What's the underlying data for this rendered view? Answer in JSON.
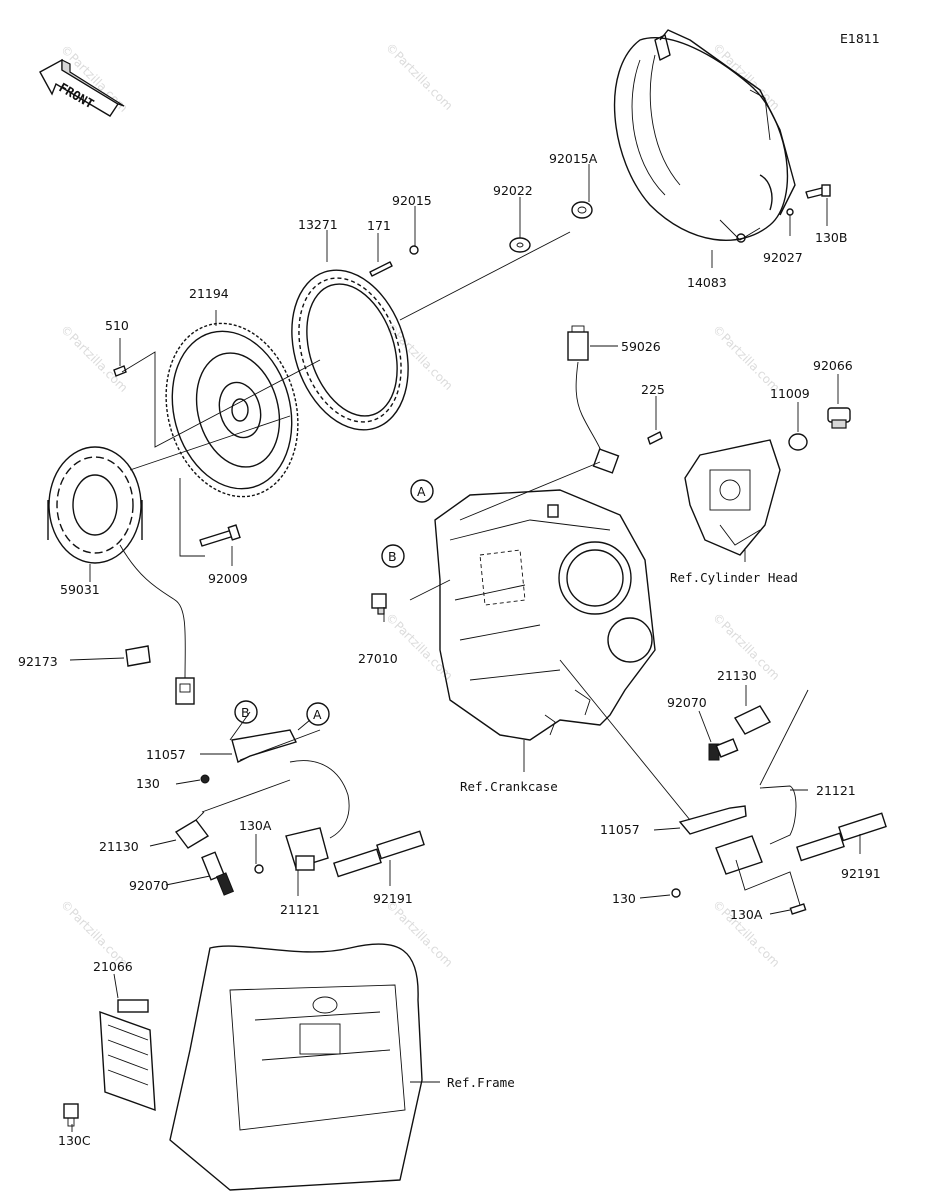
{
  "diagram_code": "E1811",
  "front_arrow": {
    "text": "FRONT"
  },
  "watermark": "©Partzilla.com",
  "callout_letters": {
    "a": "A",
    "b": "B"
  },
  "part_labels": {
    "p13271": "13271",
    "p171": "171",
    "p92015": "92015",
    "p92022": "92022",
    "p92015a": "92015A",
    "p14083": "14083",
    "p92027": "92027",
    "p130b": "130B",
    "p21194": "21194",
    "p510": "510",
    "p59031": "59031",
    "p92009": "92009",
    "p92173": "92173",
    "p59026": "59026",
    "p225": "225",
    "p92066": "92066",
    "p11009": "11009",
    "p27010": "27010",
    "p11057_l": "11057",
    "p130_l": "130",
    "p21130_l": "21130",
    "p92070_l": "92070",
    "p130a_l": "130A",
    "p21121_l": "21121",
    "p92191_l": "92191",
    "p21130_r": "21130",
    "p92070_r": "92070",
    "p21121_r": "21121",
    "p11057_r": "11057",
    "p92191_r": "92191",
    "p130_r": "130",
    "p130a_r": "130A",
    "p21066": "21066",
    "p130c": "130C"
  },
  "references": {
    "cylinder_head": "Ref.Cylinder Head",
    "crankcase": "Ref.Crankcase",
    "frame": "Ref.Frame"
  }
}
